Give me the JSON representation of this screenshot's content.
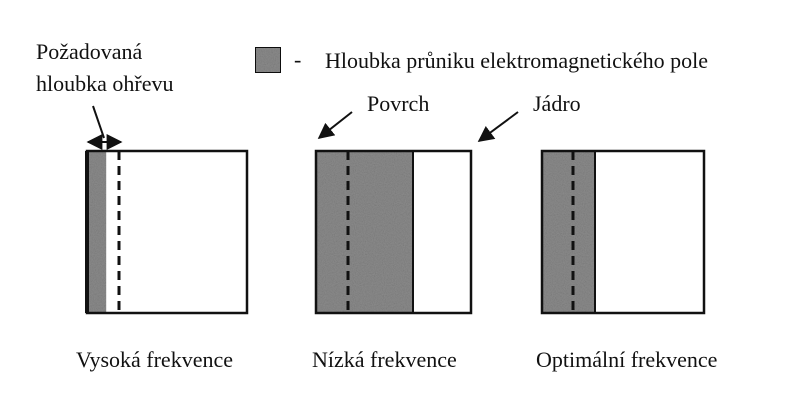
{
  "labels": {
    "required_depth_line1": "Požadovaná",
    "required_depth_line2": "hloubka ohřevu",
    "legend_dash": "-",
    "legend_text": "Hloubka průniku elektromagnetického pole",
    "surface": "Povrch",
    "core": "Jádro"
  },
  "panels": [
    {
      "caption": "Vysoká frekvence",
      "penetration_fraction": 0.12
    },
    {
      "caption": "Nízká frekvence",
      "penetration_fraction": 0.62
    },
    {
      "caption": "Optimální frekvence",
      "penetration_fraction": 0.33
    }
  ],
  "colors": {
    "shaded": "#8c8c8c",
    "outline": "#111111"
  }
}
